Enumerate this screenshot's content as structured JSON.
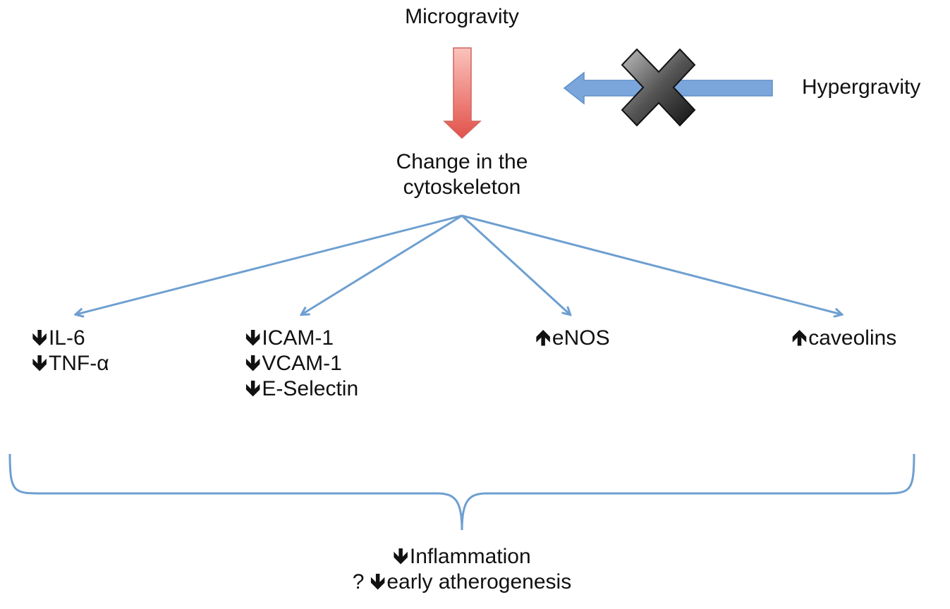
{
  "top_label": "Microgravity",
  "side_label": "Hypergravity",
  "blocked_icon": "x-cross-icon",
  "center_label": [
    "Change in the",
    "cytoskeleton"
  ],
  "arrow_colors": {
    "main": "#e8645a",
    "main_light": "#f8b7b0",
    "branch": "#6e9fd0",
    "blocked": "#7aa6dc",
    "cross": "#333333"
  },
  "down_glyph": "🡻",
  "up_glyph": "🡹",
  "groups": [
    {
      "items": [
        {
          "dir": "down",
          "text": "IL-6"
        },
        {
          "dir": "down",
          "text": "TNF-α"
        }
      ]
    },
    {
      "items": [
        {
          "dir": "down",
          "text": "ICAM-1"
        },
        {
          "dir": "down",
          "text": "VCAM-1"
        },
        {
          "dir": "down",
          "text": "E-Selectin"
        }
      ]
    },
    {
      "items": [
        {
          "dir": "up",
          "text": "eNOS"
        }
      ]
    },
    {
      "items": [
        {
          "dir": "up",
          "text": "caveolins"
        }
      ]
    }
  ],
  "outcome": [
    {
      "prefix": "",
      "dir": "down",
      "text": "Inflammation"
    },
    {
      "prefix": "?",
      "dir": "down",
      "text": "early atherogenesis"
    }
  ]
}
